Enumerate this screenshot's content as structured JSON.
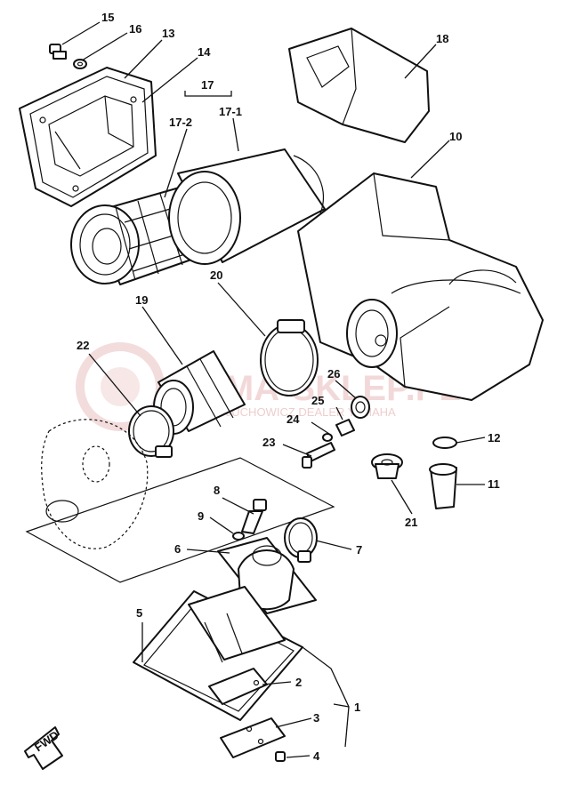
{
  "watermark": {
    "text": "YAMA-SKLEP.PL",
    "subtext": "POJUCHOWICZ DEALER YAMAHA",
    "color": "#e8b9b9"
  },
  "fwd_label": "FWD",
  "callouts": [
    {
      "id": "c1",
      "text": "1"
    },
    {
      "id": "c2",
      "text": "2"
    },
    {
      "id": "c3",
      "text": "3"
    },
    {
      "id": "c4",
      "text": "4"
    },
    {
      "id": "c5",
      "text": "5"
    },
    {
      "id": "c6",
      "text": "6"
    },
    {
      "id": "c7",
      "text": "7"
    },
    {
      "id": "c8",
      "text": "8"
    },
    {
      "id": "c9",
      "text": "9"
    },
    {
      "id": "c10",
      "text": "10"
    },
    {
      "id": "c11",
      "text": "11"
    },
    {
      "id": "c12",
      "text": "12"
    },
    {
      "id": "c13",
      "text": "13"
    },
    {
      "id": "c14",
      "text": "14"
    },
    {
      "id": "c15",
      "text": "15"
    },
    {
      "id": "c16",
      "text": "16"
    },
    {
      "id": "c17",
      "text": "17"
    },
    {
      "id": "c17_1",
      "text": "17-1"
    },
    {
      "id": "c17_2",
      "text": "17-2"
    },
    {
      "id": "c18",
      "text": "18"
    },
    {
      "id": "c19",
      "text": "19"
    },
    {
      "id": "c20",
      "text": "20"
    },
    {
      "id": "c21",
      "text": "21"
    },
    {
      "id": "c22",
      "text": "22"
    },
    {
      "id": "c23",
      "text": "23"
    },
    {
      "id": "c24",
      "text": "24"
    },
    {
      "id": "c25",
      "text": "25"
    },
    {
      "id": "c26",
      "text": "26"
    }
  ]
}
